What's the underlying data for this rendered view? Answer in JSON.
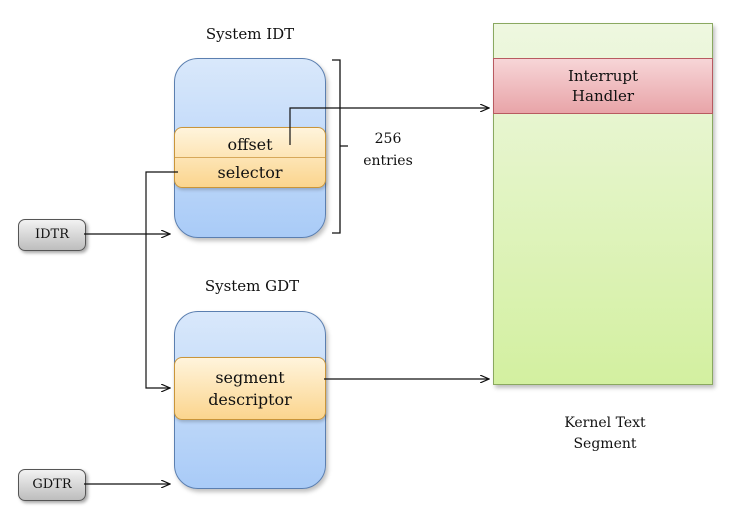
{
  "idt": {
    "title": "System IDT",
    "offset_label": "offset",
    "selector_label": "selector",
    "entries_count": "256",
    "entries_word": "entries"
  },
  "gdt": {
    "title": "System GDT",
    "segment_line1": "segment",
    "segment_line2": "descriptor"
  },
  "registers": {
    "idtr": "IDTR",
    "gdtr": "GDTR"
  },
  "kernel": {
    "handler_line1": "Interrupt",
    "handler_line2": "Handler",
    "caption_line1": "Kernel Text",
    "caption_line2": "Segment"
  }
}
